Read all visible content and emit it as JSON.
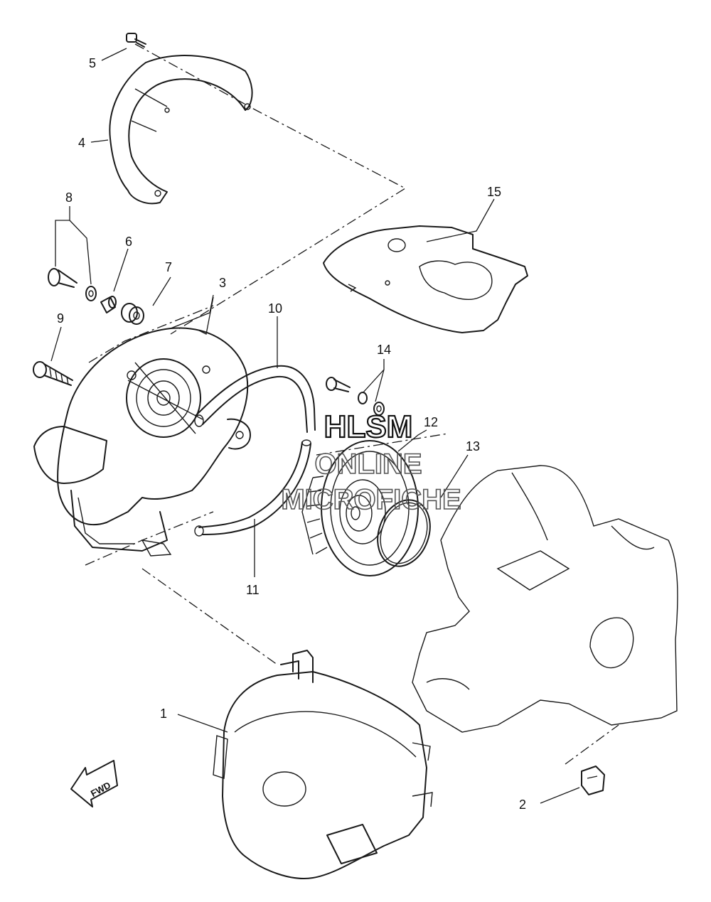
{
  "diagram": {
    "parts": [
      {
        "number": "1"
      },
      {
        "number": "2"
      },
      {
        "number": "3"
      },
      {
        "number": "4"
      },
      {
        "number": "5"
      },
      {
        "number": "6"
      },
      {
        "number": "7"
      },
      {
        "number": "8"
      },
      {
        "number": "9"
      },
      {
        "number": "10"
      },
      {
        "number": "11"
      },
      {
        "number": "12"
      },
      {
        "number": "13"
      },
      {
        "number": "14"
      },
      {
        "number": "15"
      }
    ],
    "direction_label": "FWD"
  },
  "watermark": {
    "line1": "HLSM",
    "line2": "ONLINE",
    "line3": "MICROFICHE"
  }
}
